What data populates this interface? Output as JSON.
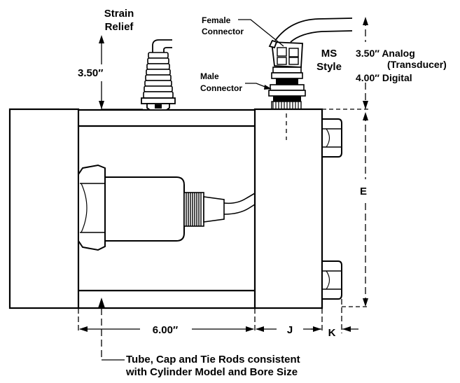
{
  "labels": {
    "strain_relief_1": "Strain",
    "strain_relief_2": "Relief",
    "female_connector_1": "Female",
    "female_connector_2": "Connector",
    "male_connector_1": "Male",
    "male_connector_2": "Connector",
    "ms_style_1": "MS",
    "ms_style_2": "Style",
    "analog_1": "3.50″ Analog",
    "analog_2": "(Transducer)",
    "digital": "4.00″ Digital",
    "dim_left_350": "3.50″",
    "dim_600": "6.00″",
    "dim_j": "J",
    "dim_k": "K",
    "dim_e": "E",
    "footnote_1": "Tube, Cap and Tie Rods consistent",
    "footnote_2": "with Cylinder Model and Bore Size"
  }
}
